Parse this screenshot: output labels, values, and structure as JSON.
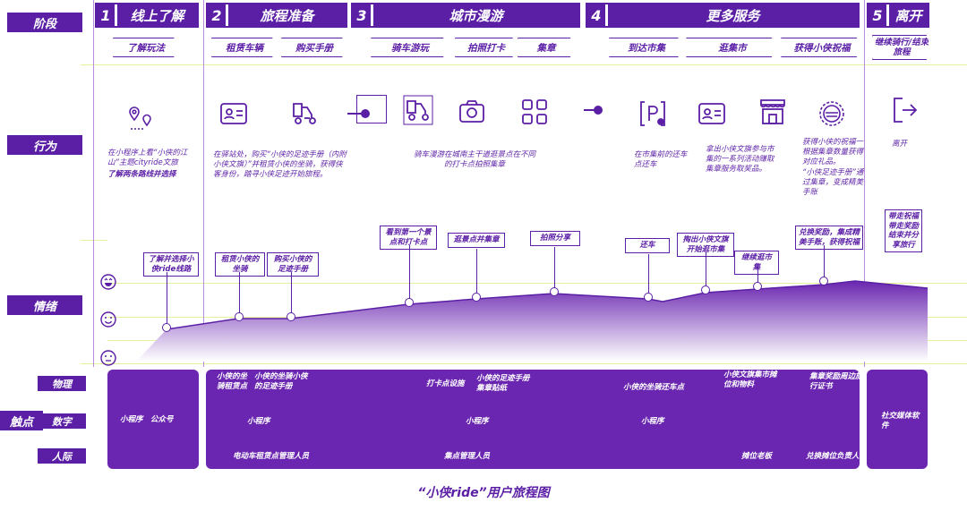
{
  "rows": {
    "stage": "阶段",
    "behavior": "行为",
    "emotion": "情绪",
    "touchpoint": "触点"
  },
  "phases": [
    {
      "num": "1",
      "title": "线上了解"
    },
    {
      "num": "2",
      "title": "旅程准备"
    },
    {
      "num": "3",
      "title": "城市漫游"
    },
    {
      "num": "4",
      "title": "更多服务"
    },
    {
      "num": "5",
      "title": "离开"
    }
  ],
  "steps": [
    "了解玩法",
    "租赁车辆",
    "购买手册",
    "骑车游玩",
    "拍照打卡",
    "集章",
    "到达市集",
    "逛集市",
    "获得小侠祝福",
    "继续骑行/结束旅程"
  ],
  "icons": [
    "location-pins-icon",
    "id-card-icon",
    "scooter-icon",
    "flag-pointer-icon",
    "map-frame-icon",
    "scooter-icon",
    "camera-icon",
    "qr-code-icon",
    "flag-pointer-icon",
    "parking-icon",
    "id-card-icon",
    "market-stall-icon",
    "stamp-badge-icon",
    "exit-icon"
  ],
  "descs": {
    "d1": "在小程序上看“小侠的江山”主题cityride文旅",
    "d1b": "了解两条路线并选择",
    "d2": "在驿站处，购买“小侠的足迹手册（内附小侠文旗）”并租赁小侠的坐骑，获得侠客身份，踏寻小侠足迹开始旅程。",
    "d3": "骑车漫游在城南主干道逛景点在不同的打卡点拍照集章",
    "d4": "在市集前的还车点还车",
    "d5": "拿出小侠文旗参与市集的一系列活动赚取集章服务取奖品。",
    "d6": "获得小侠的祝福一根据集章数量获得对应礼品。",
    "d6b": "“小侠足迹手册”通过集章，变成精美手账",
    "d7": "离开"
  },
  "emotions": [
    "了解并选择小侠ride线路",
    "租赁小侠的坐骑",
    "购买小侠的足迹手册",
    "看到第一个景点和打卡点",
    "逛景点并集章",
    "拍照分享",
    "还车",
    "掏出小侠文旗开始逛市集",
    "继续逛市集",
    "兑换奖励，集成精美手账，获得祝福",
    "带走祝福带走奖励结束并分享旅行"
  ],
  "touch_labels": {
    "physical": "物理",
    "digital": "数字",
    "human": "人际"
  },
  "touch": {
    "p1": "小程序　公众号",
    "phys_a": "小侠的坐骑租赁点",
    "phys_b": "小侠的坐骑小侠的足迹手册",
    "phys_c": "打卡点设施",
    "phys_d": "小侠的足迹手册集章贴纸",
    "phys_e": "小侠的坐骑还车点",
    "phys_f": "小侠文旗集市摊位和物料",
    "phys_g": "集章奖励周边旅行证书",
    "dig_a": "小程序",
    "dig_b": "小程序",
    "dig_c": "小程序",
    "hum_a": "电动车租赁点管理人员",
    "hum_b": "集点管理人员",
    "hum_c": "摊位老板",
    "hum_d": "兑换摊位负责人",
    "p5": "社交媒体软件"
  },
  "caption": "“小侠ride”用户旅程图",
  "colors": {
    "accent": "#5b1fa6",
    "light": "#b98cde",
    "guide": "#e6f29a"
  }
}
